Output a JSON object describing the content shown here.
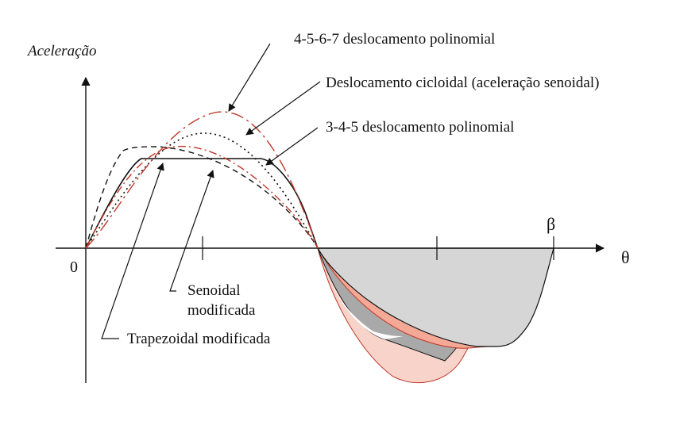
{
  "diagram": {
    "y_axis_label": "Aceleração",
    "x_axis_label": "θ",
    "origin_label": "0",
    "beta_label": "β",
    "curve_labels": {
      "poly4567": "4-5-6-7 deslocamento polinomial",
      "cycloidal": "Deslocamento cicloidal (aceleração senoidal)",
      "poly345": "3-4-5 deslocamento polinomial",
      "modified_sine_line1": "Senoidal",
      "modified_sine_line2": "modificada",
      "modified_trapezoid": "Trapezoidal modificada"
    },
    "colors": {
      "axis": "#111111",
      "modified_trapezoid": "#111111",
      "modified_sine": "#111111",
      "cycloidal": "#111111",
      "poly345": "#c0392b",
      "poly4567": "#c0392b",
      "fill_trapezoid": "#d6d6d6",
      "fill_sine": "#f4a896",
      "fill_cycloidal": "#a9a9a9",
      "fill_poly": "#f7d3c9"
    }
  }
}
